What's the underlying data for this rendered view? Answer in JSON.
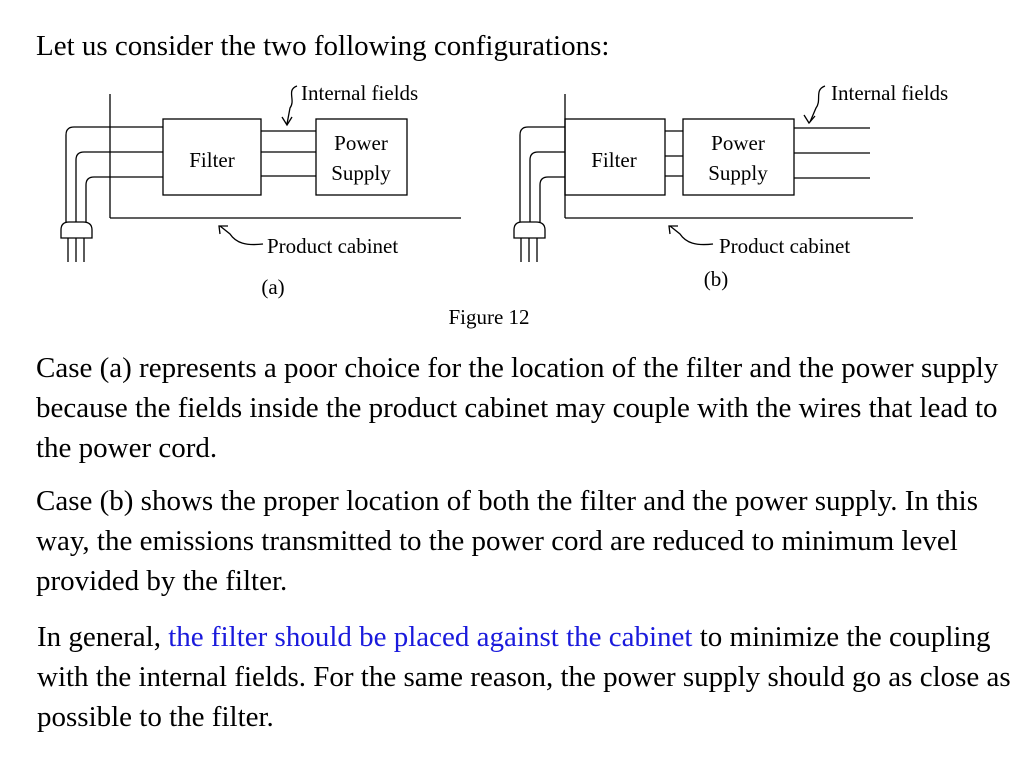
{
  "intro": "Let us consider the two following configurations:",
  "figure": {
    "caption": "Figure 12",
    "panel_a": {
      "label": "(a)",
      "filter_label": "Filter",
      "power_line1": "Power",
      "power_line2": "Supply",
      "internal_fields": "Internal fields",
      "product_cabinet": "Product cabinet"
    },
    "panel_b": {
      "label": "(b)",
      "filter_label": "Filter",
      "power_line1": "Power",
      "power_line2": "Supply",
      "internal_fields": "Internal fields",
      "product_cabinet": "Product cabinet"
    }
  },
  "paragraphs": {
    "case_a": "Case (a) represents a poor choice for the location of the filter and the power supply because the fields inside the product cabinet may couple with the wires that lead to the power cord.",
    "case_b": "Case (b) shows the proper location of both the filter and the power supply. In this way, the emissions transmitted to the power cord are reduced to minimum level provided by the filter.",
    "general_prefix": "In general, ",
    "general_highlight": "the filter should be placed against the cabinet",
    "general_suffix": " to minimize the coupling with the internal fields. For the same reason, the power supply should go as close as possible to the filter."
  },
  "colors": {
    "highlight": "#1a1adc",
    "text": "#000000",
    "background": "#ffffff"
  }
}
